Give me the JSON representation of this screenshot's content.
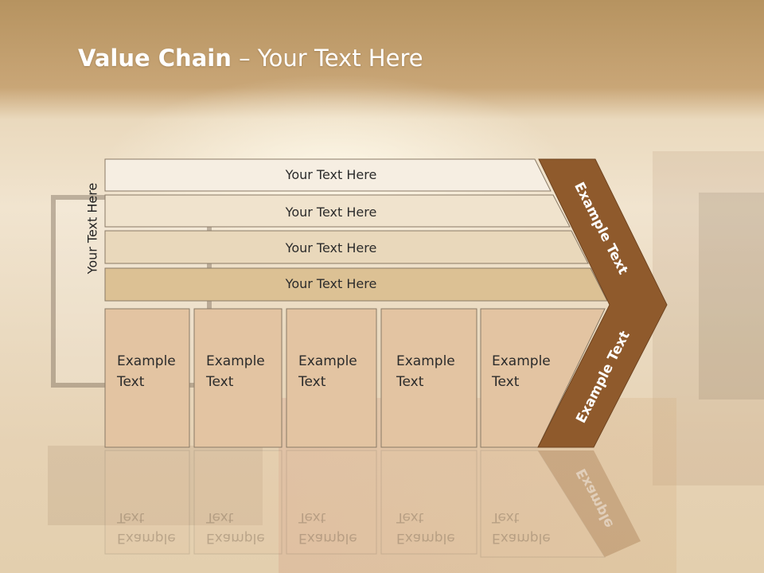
{
  "title": {
    "bold": "Value Chain",
    "rest": " – Your Text Here"
  },
  "side_label": "Your Text Here",
  "rows": [
    {
      "label": "Your Text Here",
      "fill": "#f6eee2"
    },
    {
      "label": "Your Text Here",
      "fill": "#f0e3cd"
    },
    {
      "label": "Your Text Here",
      "fill": "#e9d8bb"
    },
    {
      "label": "Your Text Here",
      "fill": "#dcc194"
    }
  ],
  "boxes": [
    {
      "line1": "Example",
      "line2": "Text"
    },
    {
      "line1": "Example",
      "line2": "Text"
    },
    {
      "line1": "Example",
      "line2": "Text"
    },
    {
      "line1": "Example",
      "line2": "Text"
    },
    {
      "line1": "Example",
      "line2": "Text"
    }
  ],
  "chevron": {
    "upper": "Example Text",
    "lower": "Example Text",
    "reflection": "Example"
  },
  "colors": {
    "chevron": "#8f5a2c",
    "box": "#e3c4a2",
    "border": "#8a7a66",
    "title": "#ffffff"
  }
}
